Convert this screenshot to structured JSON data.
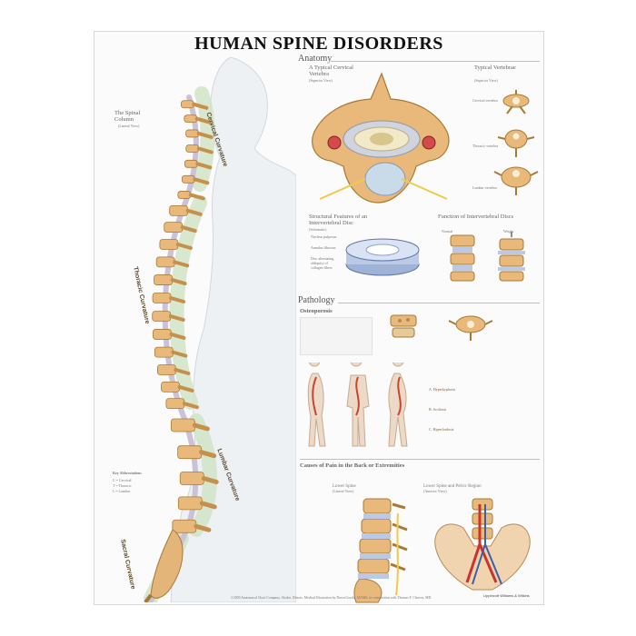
{
  "poster": {
    "title": "HUMAN SPINE DISORDERS",
    "left": {
      "spinal_column_title": "The Spinal Column",
      "spinal_column_sub": "(Lateral View)",
      "curves": [
        "Cervical Curvature",
        "Thoracic Curvature",
        "Lumbar Curvature",
        "Sacral Curvature"
      ],
      "key_abbrev": "Key Abbreviations",
      "key_items": [
        "C = Cervical",
        "T = Thoracic",
        "L = Lumbar"
      ]
    },
    "anatomy": {
      "heading": "Anatomy",
      "cervical_title": "A Typical Cervical Vertebra",
      "cervical_sub": "(Superior View)",
      "typical_title": "Typical Vertebrae",
      "typical_sub": "(Superior View)",
      "typical_labels": [
        "Cervical vertebra",
        "Thoracic vertebra",
        "Lumbar vertebra"
      ],
      "disc_title": "Structural Features of an Intervertebral Disc",
      "disc_sub": "(Schematic)",
      "disc_labels": [
        "Nucleus pulposus",
        "Annulus fibrosus",
        "Disc alternating obliquity of collagen fibers"
      ],
      "function_title": "Function of Intervertebral Discs",
      "function_labels": [
        "Normal",
        "Weight"
      ]
    },
    "pathology": {
      "heading": "Pathology",
      "osteoporosis": "Osteoporosis",
      "kyphosis": "A. Hyperkyphosis",
      "scoliosis": "B. Scoliosis",
      "lordosis": "C. Hyperlordosis"
    },
    "causes": {
      "heading": "Causes of Pain in the Back or Extremities",
      "lower_spine": "Lower Spine",
      "lower_spine_sub": "(Lateral View)",
      "pelvis": "Lower Spine and Pelvic Region",
      "pelvis_sub": "(Anterior View)"
    },
    "footer": "©2000 Anatomical Chart Company, Skokie, Illinois. Medical Illustration by Dawn Gorski, MAMS, in consultation with Thomas F. Cleaves, MD.",
    "logo": "Lippincott Williams & Wilkins"
  }
}
